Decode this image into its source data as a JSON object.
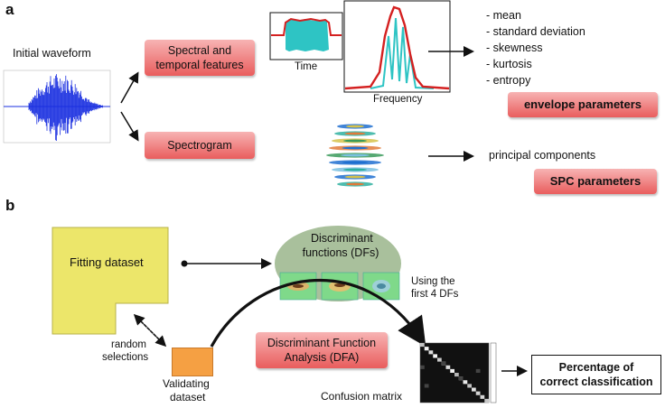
{
  "panel_a": {
    "label": "a",
    "initial_waveform": "Initial waveform",
    "spectral_temporal": "Spectral and temporal features",
    "spectral_line1": "Spectral and",
    "spectral_line2": "temporal features",
    "spectrogram": "Spectrogram",
    "time_label": "Time",
    "frequency_label": "Frequency",
    "stats": [
      "- mean",
      "- standard deviation",
      "- skewness",
      "- kurtosis",
      "- entropy"
    ],
    "envelope_parameters": "envelope parameters",
    "principal_components": "principal components",
    "spc_parameters": "SPC parameters"
  },
  "panel_b": {
    "label": "b",
    "fitting_dataset": "Fitting dataset",
    "discriminant_line1": "Discriminant",
    "discriminant_line2": "functions (DFs)",
    "using_line1": "Using the",
    "using_line2": "first 4 DFs",
    "random_line1": "random",
    "random_line2": "selections",
    "validating_line1": "Validating",
    "validating_line2": "dataset",
    "dfa_line1": "Discriminant Function",
    "dfa_line2": "Analysis (DFA)",
    "confusion_matrix": "Confusion matrix",
    "percentage_line1": "Percentage of",
    "percentage_line2": "correct classification"
  },
  "colors": {
    "red_box": "#e95d5d",
    "yellow_dataset": "#ece66a",
    "orange_validating": "#f5a043",
    "ellipse_green": "#a9c09c",
    "waveform_blue": "#1a2fe0",
    "envelope_cyan": "#2ec4c4",
    "envelope_red": "#d42020"
  }
}
